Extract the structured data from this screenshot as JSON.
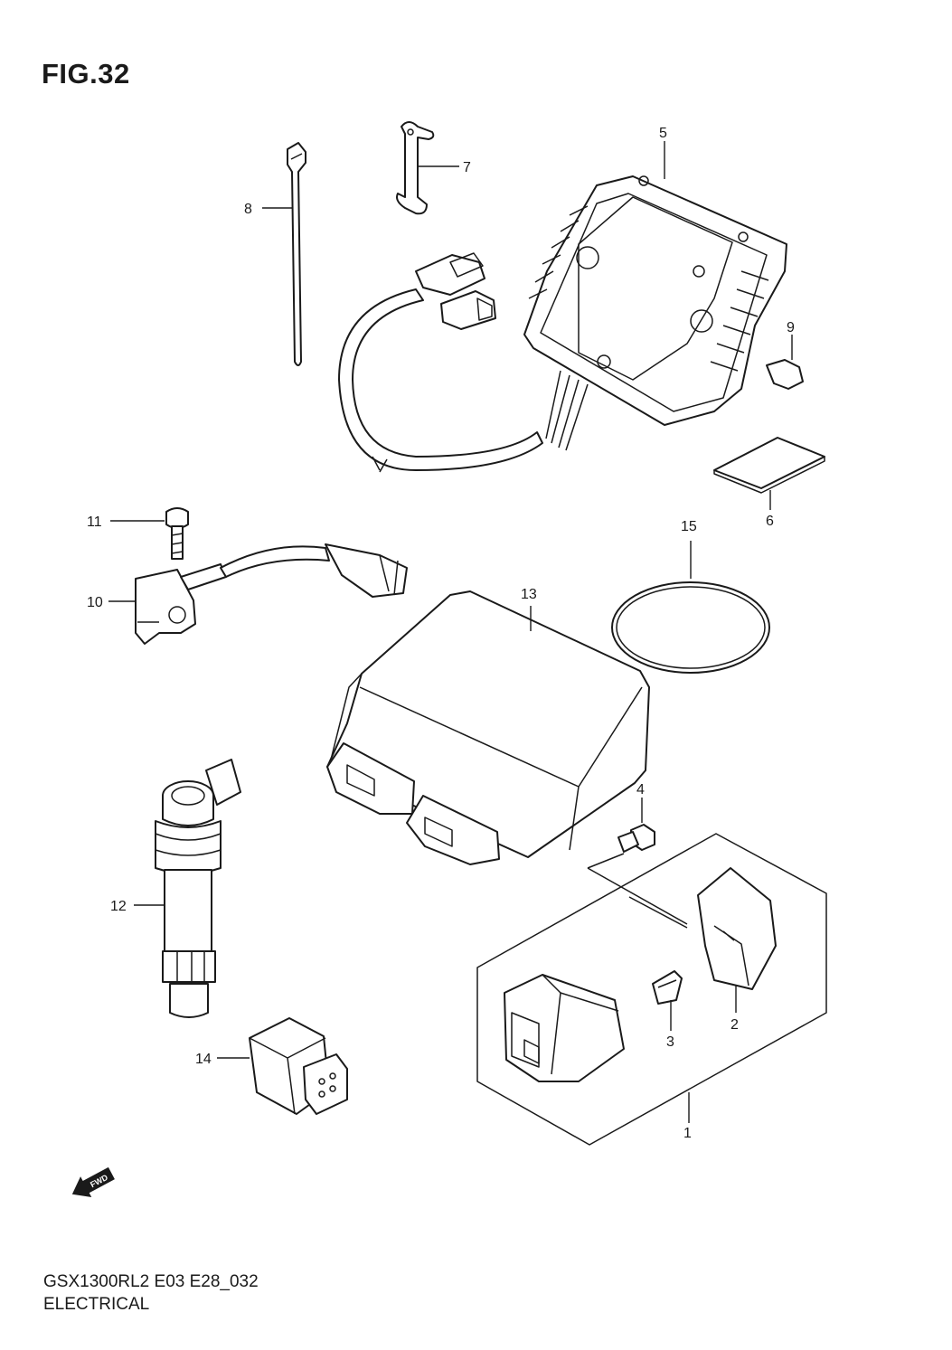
{
  "figure_title": "FIG.32",
  "footer": {
    "model_code": "GSX1300RL2 E03 E28_032",
    "section": "ELECTRICAL"
  },
  "fwd_label": "FWD",
  "callouts": [
    "1",
    "2",
    "3",
    "4",
    "5",
    "6",
    "7",
    "8",
    "9",
    "10",
    "11",
    "12",
    "13",
    "14",
    "15"
  ]
}
